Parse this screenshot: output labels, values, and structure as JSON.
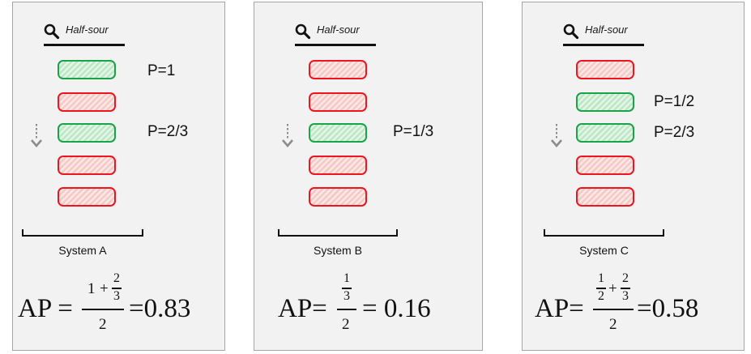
{
  "search": {
    "icon": "search-icon",
    "query": "Half-sour"
  },
  "colors": {
    "relevant": "#19a447",
    "non_relevant": "#f0141e",
    "panel_bg": "#f2f2f2",
    "panel_border": "#a6a6a6"
  },
  "systems": [
    {
      "name": "System A",
      "results": [
        "relevant",
        "non_relevant",
        "relevant",
        "non_relevant",
        "non_relevant"
      ],
      "precision_labels": [
        {
          "rank": 1,
          "text": "P=1"
        },
        {
          "rank": 3,
          "text": "P=2/3"
        }
      ],
      "formula": {
        "lhs": "AP =",
        "numerator_one": "1",
        "plus": "+",
        "frac_num": "2",
        "frac_den": "3",
        "denominator": "2",
        "result": "=0.83"
      }
    },
    {
      "name": "System B",
      "results": [
        "non_relevant",
        "non_relevant",
        "relevant",
        "non_relevant",
        "non_relevant"
      ],
      "precision_labels": [
        {
          "rank": 3,
          "text": "P=1/3"
        }
      ],
      "formula": {
        "lhs": "AP=",
        "frac_num": "1",
        "frac_den": "3",
        "denominator": "2",
        "result": "= 0.16"
      }
    },
    {
      "name": "System C",
      "results": [
        "non_relevant",
        "relevant",
        "relevant",
        "non_relevant",
        "non_relevant"
      ],
      "precision_labels": [
        {
          "rank": 2,
          "text": "P=1/2"
        },
        {
          "rank": 3,
          "text": "P=2/3"
        }
      ],
      "formula": {
        "lhs": "AP=",
        "frac1_num": "1",
        "frac1_den": "2",
        "plus": "+",
        "frac2_num": "2",
        "frac2_den": "3",
        "denominator": "2",
        "result": "=0.58"
      }
    }
  ]
}
